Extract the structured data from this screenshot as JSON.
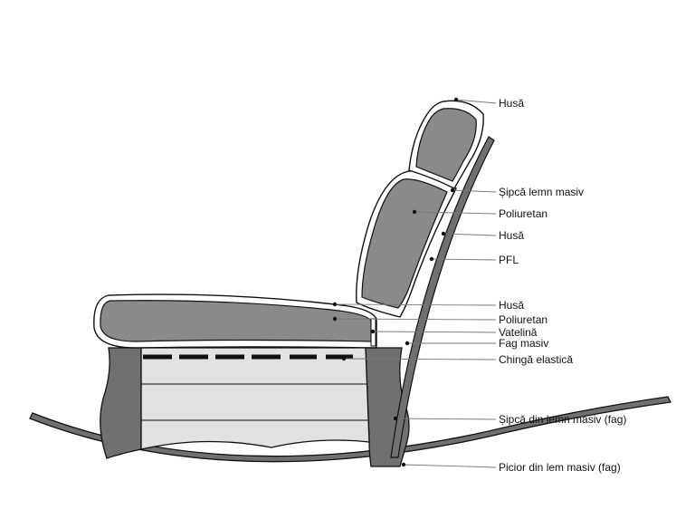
{
  "labels": {
    "husa_headrest": "Husă",
    "sipca_lemn_masiv": "Șipcă lemn masiv",
    "poliuretan_back": "Poliuretan",
    "husa_back": "Husă",
    "pfl": "PFL",
    "husa_seat": "Husă",
    "poliuretan_seat": "Poliuretan",
    "vatelina": "Vatelină",
    "fag_masiv": "Fag masiv",
    "chinga_elastica": "Chingă elastică",
    "sipca_lemn_masiv_fag": "Șipcă din lemn masiv (fag)",
    "picior_lemn_masiv_fag": "Picior din lem masiv (fag)"
  },
  "colors": {
    "cushion": "#8a8a8a",
    "frame": "#707070",
    "panel": "#e2e2e2",
    "outline": "#111111",
    "leader": "#777777"
  }
}
